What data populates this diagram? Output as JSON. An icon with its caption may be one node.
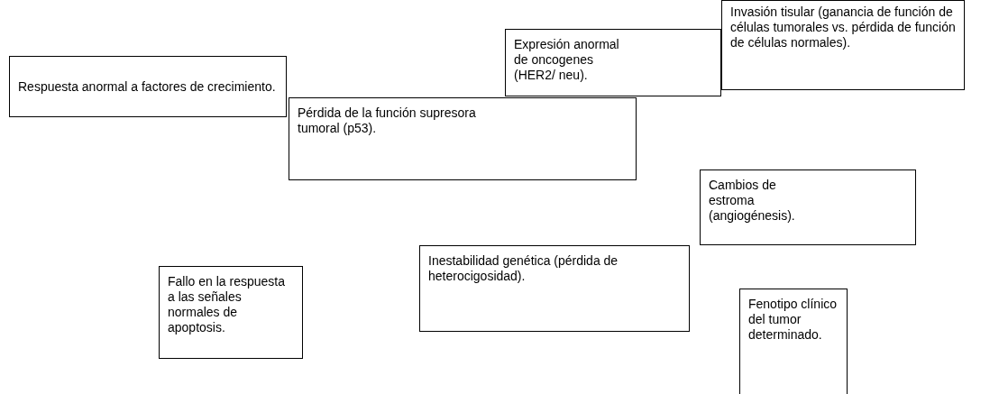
{
  "diagram": {
    "nodes": [
      {
        "text": [
          "Invasión tisular (ganancia de función de células tumorales vs. pérdida de función de células normales)."
        ]
      },
      {
        "text": [
          "Expresión anormal de oncogenes (HER2/ neu)."
        ]
      },
      {
        "text": [
          "Respuesta anormal a factores de crecimiento."
        ]
      },
      {
        "text": [
          "Pérdida de la función supresora tumoral (p53)."
        ]
      },
      {
        "text": [
          "Cambios de estroma (angiogénesis)."
        ]
      },
      {
        "text": [
          "Inestabilidad genética (pérdida de heterocigosidad)."
        ]
      },
      {
        "text": [
          "Fallo en la respuesta a las señales normales de apoptosis."
        ]
      },
      {
        "text": [
          "Fenotipo clínico del tumor determinado."
        ]
      }
    ]
  }
}
